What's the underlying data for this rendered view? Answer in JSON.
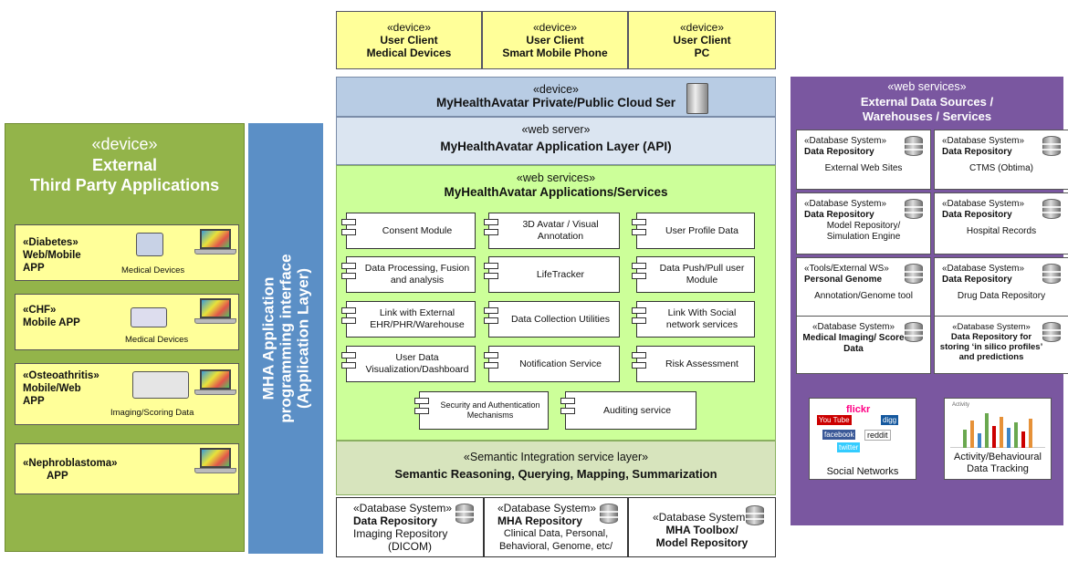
{
  "top_devices": [
    {
      "stereotype": "«device»",
      "name_line1": "User Client",
      "name_line2": "Medical Devices"
    },
    {
      "stereotype": "«device»",
      "name_line1": "User Client",
      "name_line2": "Smart Mobile Phone"
    },
    {
      "stereotype": "«device»",
      "name_line1": "User Client",
      "name_line2": "PC"
    }
  ],
  "cloud_layer": {
    "stereotype": "«device»",
    "title": "MyHealthAvatar Private/Public Cloud Ser"
  },
  "app_layer": {
    "stereotype": "«web server»",
    "title": "MyHealthAvatar Application Layer (API)"
  },
  "services_layer": {
    "stereotype": "«web services»",
    "title": "MyHealthAvatar Applications/Services",
    "components": [
      "Consent Module",
      "3D Avatar / Visual Annotation",
      "User Profile Data",
      "Data Processing, Fusion and analysis",
      "LifeTracker",
      "Data Push/Pull user Module",
      "Link with External EHR/PHR/Warehouse",
      "Data Collection Utilities",
      "Link With Social network services",
      "User Data Visualization/Dashboard",
      "Notification Service",
      "Risk Assessment",
      "Security and Authentication Mechanisms",
      "Auditing service"
    ]
  },
  "semantic_layer": {
    "stereotype": "«Semantic Integration service layer»",
    "title": "Semantic Reasoning, Querying, Mapping, Summarization"
  },
  "bottom_dbs": [
    {
      "stereotype": "«Database System»",
      "name": "Data Repository",
      "desc1": "Imaging Repository",
      "desc2": "(DICOM)"
    },
    {
      "stereotype": "«Database System»",
      "name": "MHA Repository",
      "desc1": "Clinical Data, Personal,",
      "desc2": "Behavioral, Genome, etc/"
    },
    {
      "stereotype": "«Database System»",
      "name": "MHA Toolbox/",
      "desc1": "Model Repository",
      "desc2": ""
    }
  ],
  "left_panel": {
    "stereotype": "«device»",
    "title_line1": "External",
    "title_line2": "Third Party Applications",
    "apps": [
      {
        "title_lines": [
          "«Diabetes»",
          "Web/Mobile",
          "APP"
        ],
        "caption": "Medical Devices"
      },
      {
        "title_lines": [
          "«CHF»",
          "Mobile APP"
        ],
        "caption": "Medical Devices"
      },
      {
        "title_lines": [
          "«Osteoathritis»",
          "Mobile/Web",
          "APP"
        ],
        "caption": "Imaging/Scoring Data"
      },
      {
        "title_lines": [
          "«Nephroblastoma»",
          "APP"
        ],
        "caption": ""
      }
    ]
  },
  "api_bar": {
    "line1": "MHA Application",
    "line2": "programming interface",
    "line3": "(Application Layer)"
  },
  "right_panel": {
    "stereotype": "«web services»",
    "title_line1": "External Data Sources /",
    "title_line2": "Warehouses / Services",
    "cells": [
      {
        "stereotype": "«Database System»",
        "name": "Data Repository",
        "desc": "External Web Sites"
      },
      {
        "stereotype": "«Database System»",
        "name": "Data Repository",
        "desc": "CTMS (Obtima)"
      },
      {
        "stereotype": "«Database System»",
        "name": "Data Repository",
        "desc": "Model Repository/ Simulation Engine"
      },
      {
        "stereotype": "«Database System»",
        "name": "Data Repository",
        "desc": "Hospital Records"
      },
      {
        "stereotype": "«Tools/External WS»",
        "name": "Personal Genome",
        "desc": "Annotation/Genome tool"
      },
      {
        "stereotype": "«Database System»",
        "name": "Data Repository",
        "desc": "Drug Data Repository"
      },
      {
        "stereotype": "«Database System»",
        "name": "Medical Imaging/ Score Data",
        "desc": ""
      },
      {
        "stereotype": "«Database System»",
        "name": "Data Repository for storing ‘in silico profiles’ and predictions",
        "desc": ""
      }
    ],
    "social_caption": "Social Networks",
    "activity_caption": "Activity/Behavioural Data Tracking",
    "activity_chart_label": "Activity",
    "social_logos": [
      "flickr",
      "You Tube",
      "digg",
      "reddit",
      "facebook",
      "twitter"
    ]
  }
}
